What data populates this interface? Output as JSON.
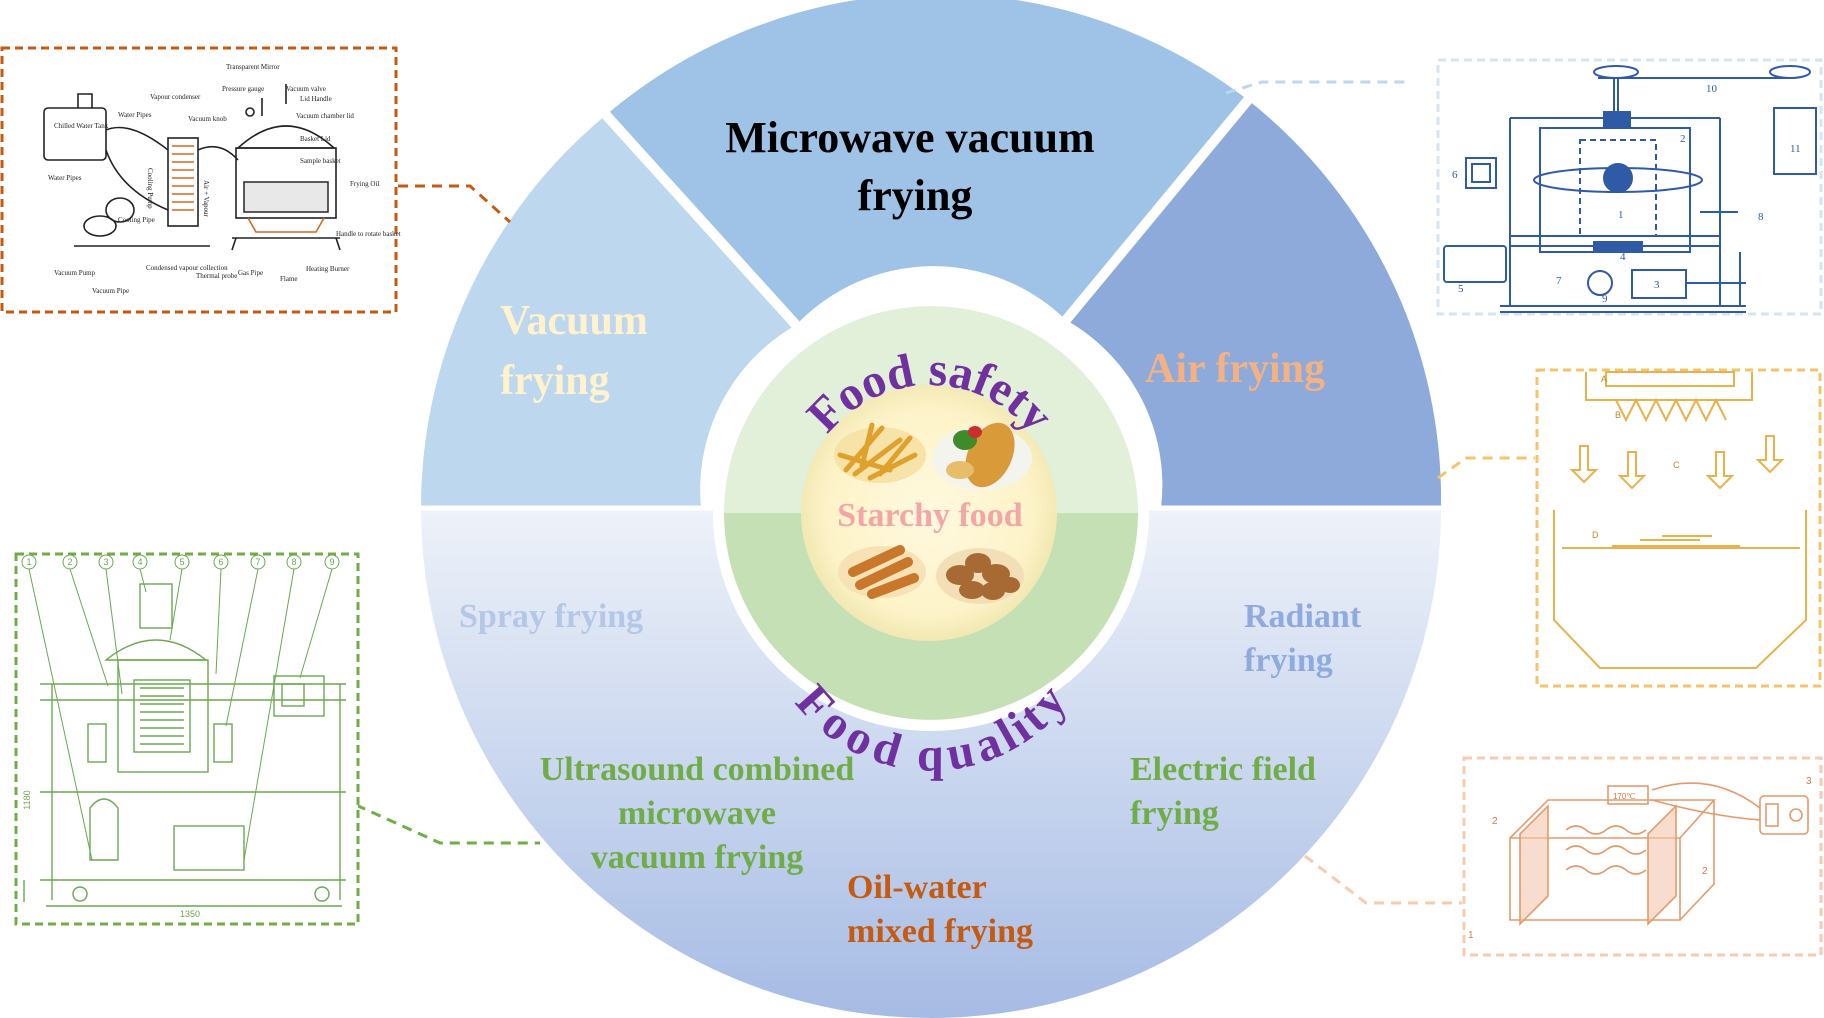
{
  "center": {
    "top_text": "Food safety",
    "middle_text": "Starchy food",
    "bottom_text": "Food quality",
    "food_images": [
      "french-fries",
      "fried-chicken-plate",
      "fried-sausages",
      "fried-dough-balls"
    ]
  },
  "segments": {
    "microwave": {
      "line1": "Microwave vacuum",
      "line2": "frying"
    },
    "vacuum": {
      "line1": "Vacuum",
      "line2": "frying"
    },
    "air": {
      "line1": "Air frying"
    },
    "spray": {
      "line1": "Spray frying"
    },
    "radiant": {
      "line1": "Radiant",
      "line2": "frying"
    },
    "ultrasound": {
      "line1": "Ultrasound combined",
      "line2": "microwave",
      "line3": "vacuum frying"
    },
    "electric": {
      "line1": "Electric field",
      "line2": "frying"
    },
    "oilwater": {
      "line1": "Oil-water",
      "line2": "mixed frying"
    }
  },
  "vacuum_fryer_schematic": {
    "labels": [
      "Transparent Mirror",
      "Vapour condenser",
      "Pressure gauge",
      "Vacuum valve",
      "Lid Handle",
      "Water Pipes",
      "Vacuum knob",
      "Vacuum chamber lid",
      "Chilled Water Tank",
      "Basket Lid",
      "Sample basket",
      "Water Pipes",
      "Cooling Pump",
      "Air + Vapour",
      "Frying Oil",
      "Cooling Pipe",
      "Handle to rotate basket",
      "Vacuum Pump",
      "Condensed vapour collection",
      "Thermal probe",
      "Gas Pipe",
      "Flame",
      "Heating Burner",
      "Vacuum Pipe"
    ]
  },
  "microwave_schematic": {
    "labels": [
      "10",
      "2",
      "11",
      "6",
      "1",
      "8",
      "4",
      "5",
      "7",
      "9",
      "3"
    ]
  },
  "air_fryer_schematic": {
    "labels": [
      "A",
      "B",
      "C",
      "D"
    ]
  },
  "ultrasound_schematic": {
    "labels": [
      "1",
      "2",
      "3",
      "4",
      "5",
      "6",
      "7",
      "8",
      "9"
    ],
    "height_dim": "1180",
    "width_dim": "1350"
  },
  "electric_schematic": {
    "display": "170℃",
    "labels": [
      "3",
      "2",
      "2",
      "1"
    ]
  },
  "colors": {
    "microwave": "#9fc3e6",
    "vacuum": "#bdd7ee",
    "air": "#8faadc",
    "lower_top": "#dfe8f6",
    "lower_bottom": "#a9bfe6",
    "center_top": "#e2efd9",
    "center_bottom": "#c5e0b4",
    "purple": "#7030a0",
    "pink": "#f4a6a6",
    "green": "#70ad47",
    "orange": "#c55a11",
    "air_text": "#f4b183",
    "vacuum_text": "#fff2cc",
    "spray_text": "#b4c7e7",
    "radiant_text": "#8faadc"
  }
}
